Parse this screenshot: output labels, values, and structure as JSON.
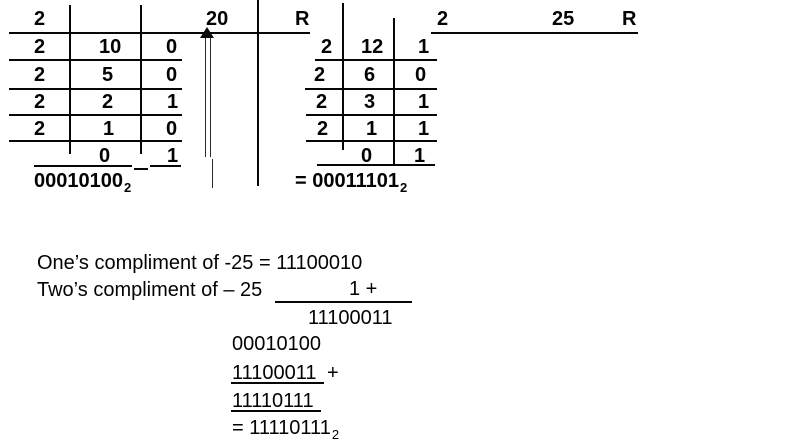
{
  "page": {
    "background": "#ffffff",
    "ink_color": "#030303"
  },
  "tables": {
    "left": {
      "header": {
        "divisor": "2",
        "dividend": "20",
        "remainder_label": "R"
      },
      "rows": [
        {
          "divisor": "2",
          "quotient": "10",
          "remainder": "0"
        },
        {
          "divisor": "2",
          "quotient": "5",
          "remainder": "0"
        },
        {
          "divisor": "2",
          "quotient": "2",
          "remainder": "1"
        },
        {
          "divisor": "2",
          "quotient": "1",
          "remainder": "0"
        },
        {
          "divisor": "",
          "quotient": "0",
          "remainder": "1"
        }
      ],
      "result": {
        "value": "00010100",
        "base": "2"
      }
    },
    "right": {
      "header": {
        "divisor": "2",
        "dividend": "25",
        "remainder_label": "R"
      },
      "rows": [
        {
          "divisor": "2",
          "quotient": "12",
          "remainder": "1"
        },
        {
          "divisor": "2",
          "quotient": "6",
          "remainder": "0"
        },
        {
          "divisor": "2",
          "quotient": "3",
          "remainder": "1"
        },
        {
          "divisor": "2",
          "quotient": "1",
          "remainder": "1"
        },
        {
          "divisor": "",
          "quotient": "0",
          "remainder": "1"
        }
      ],
      "result": {
        "prefix": "= ",
        "value": "00011101",
        "base": "2"
      }
    }
  },
  "complement": {
    "ones_line": "One’s compliment of -25 = 11100010",
    "twos_line": "Two’s compliment of – 25",
    "carry": "1 +",
    "carry_sum": "11100011",
    "addend_top": "00010100",
    "addend_bottom": "11100011",
    "plus_sign": "+",
    "sum": "11110111",
    "result": {
      "prefix": "= ",
      "value": "11110111",
      "base": "2"
    }
  }
}
